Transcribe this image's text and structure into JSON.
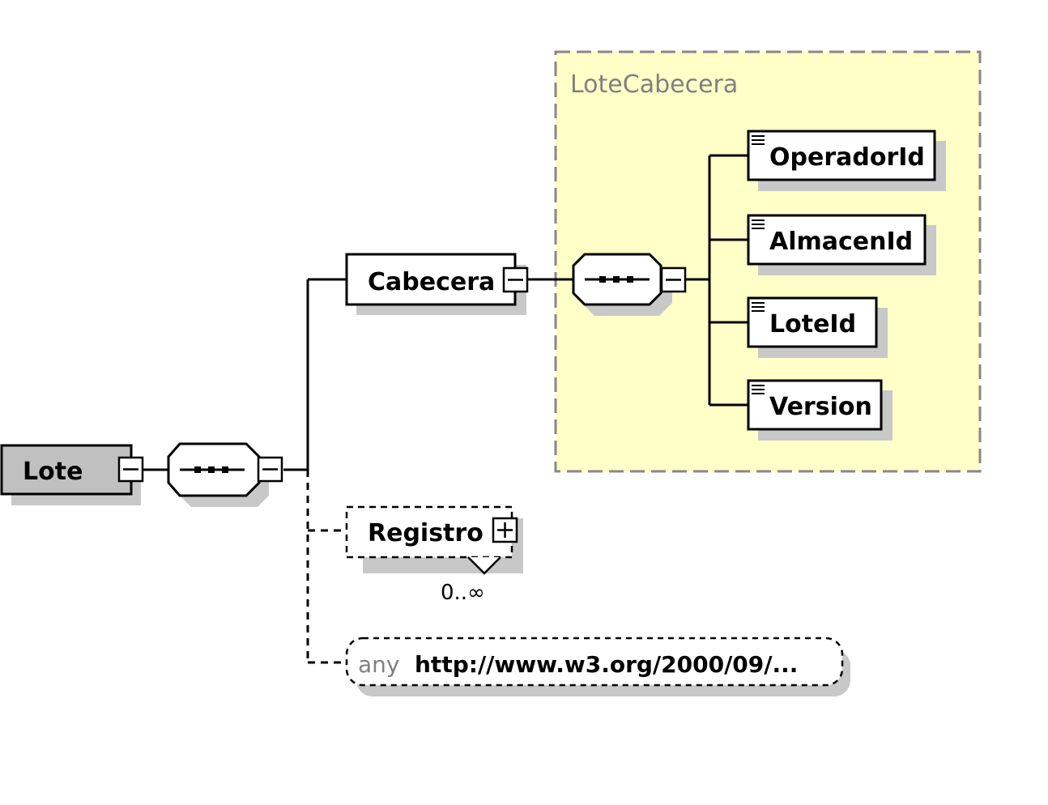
{
  "diagram": {
    "group": {
      "label": "LoteCabecera"
    },
    "root": {
      "label": "Lote"
    },
    "cabecera": {
      "label": "Cabecera"
    },
    "children": [
      {
        "label": "OperadorId"
      },
      {
        "label": "AlmacenId"
      },
      {
        "label": "LoteId"
      },
      {
        "label": "Version"
      }
    ],
    "registro": {
      "label": "Registro",
      "cardinality": "0..∞"
    },
    "any": {
      "prefix": "any",
      "namespace": "http://www.w3.org/2000/09/..."
    }
  },
  "colors": {
    "group_fill": "#ffffc8",
    "group_border": "#888888",
    "root_fill": "#c0c0c0",
    "shadow": "#c8c8c8",
    "line": "#000000"
  }
}
